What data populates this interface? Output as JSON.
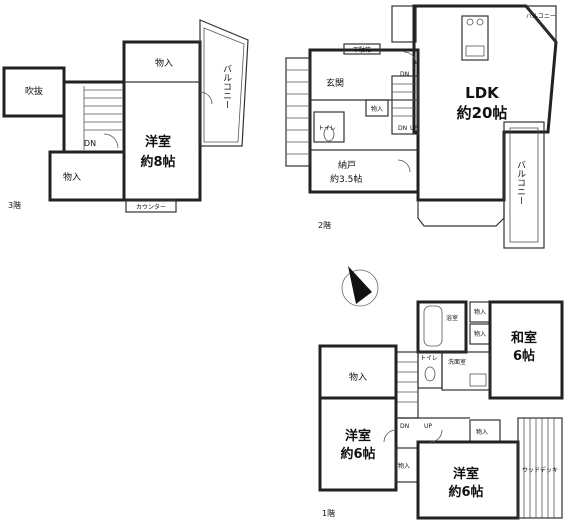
{
  "floor3": {
    "label": "3階",
    "western_room": "洋室",
    "western_size": "約8帖",
    "storage_top": "物入",
    "storage_left": "物入",
    "loft": "吹抜",
    "balcony": "バルコニー",
    "counter": "カウンター",
    "stair_dn": "DN"
  },
  "floor2": {
    "label": "2階",
    "ldk": "LDK",
    "ldk_size": "約20帖",
    "entrance": "玄関",
    "shoe_cabinet": "下駄箱",
    "storeroom": "納戸",
    "storeroom_size": "約3.5帖",
    "toilet": "トイレ",
    "storage": "物入",
    "balcony_side": "バルコニー",
    "balcony_top": "バルコニー",
    "stair_dn": "DN",
    "stair_dn2": "DN",
    "stair_up": "UP"
  },
  "floor1": {
    "label": "1階",
    "japanese_room": "和室",
    "japanese_size": "6帖",
    "bath": "浴室",
    "washroom": "洗面室",
    "toilet": "トイレ",
    "storage_a": "物入",
    "storage_b": "物入",
    "storage_c": "物入",
    "storage_d": "物入",
    "storage_e": "物入",
    "western1": "洋室",
    "western1_size": "約6帖",
    "western2": "洋室",
    "western2_size": "約6帖",
    "wood_deck": "ウッドデッキ",
    "stair_dn": "DN",
    "stair_up": "UP"
  }
}
